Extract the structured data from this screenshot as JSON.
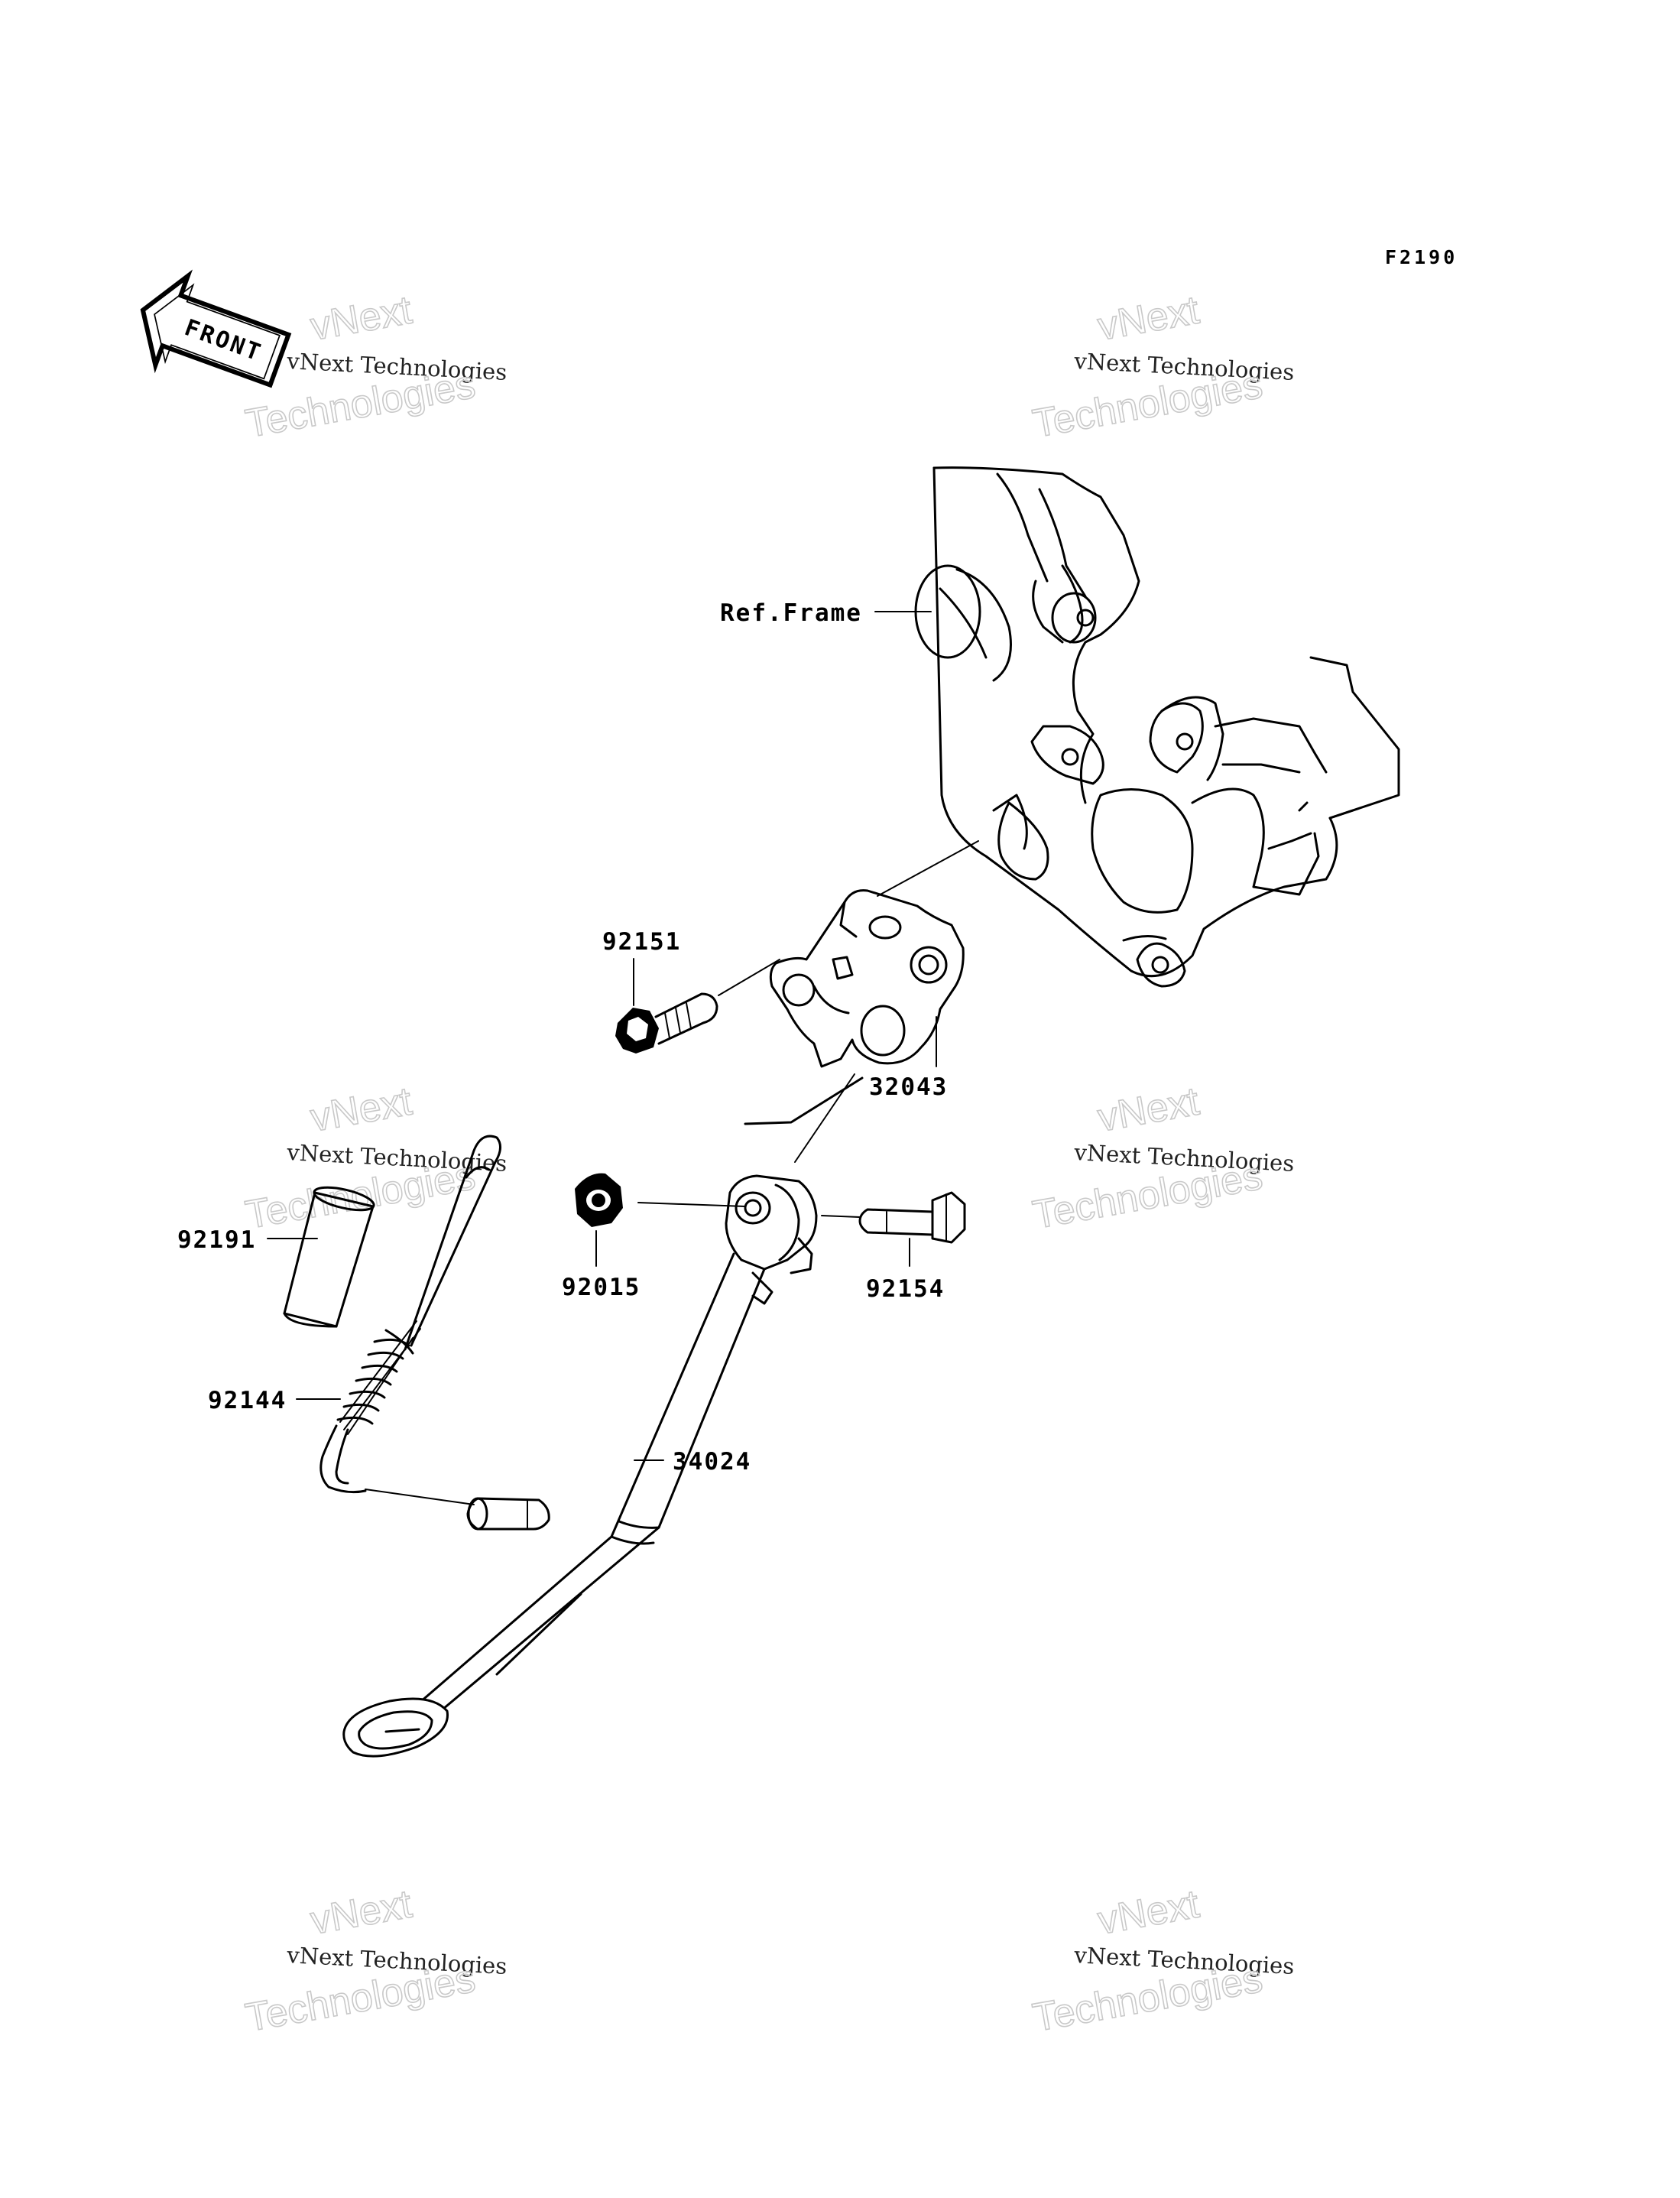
{
  "diagram": {
    "figure_code": "F2190",
    "front_label": "FRONT",
    "reference_label": "Ref.Frame",
    "parts": [
      {
        "id": "92151"
      },
      {
        "id": "32043"
      },
      {
        "id": "92015"
      },
      {
        "id": "92154"
      },
      {
        "id": "92191"
      },
      {
        "id": "92144"
      },
      {
        "id": "34024"
      }
    ],
    "watermark": {
      "line1": "vNext",
      "line2": "vNext Technologies",
      "line3": "Technologies"
    }
  }
}
